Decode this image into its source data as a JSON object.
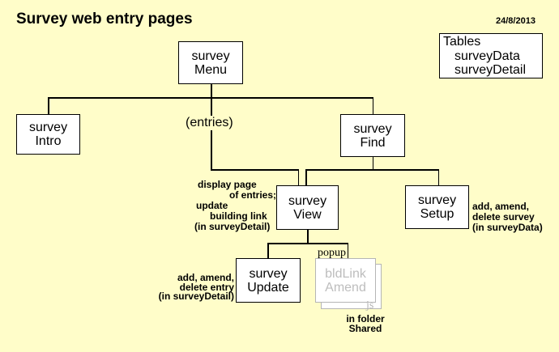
{
  "page": {
    "title": "Survey web entry pages",
    "date": "24/8/2013"
  },
  "tables_box": {
    "title": "Tables",
    "items": [
      "surveyData",
      "surveyDetail"
    ]
  },
  "nodes": {
    "menu": {
      "line1": "survey",
      "line2": "Menu"
    },
    "intro": {
      "line1": "survey",
      "line2": "Intro"
    },
    "find": {
      "line1": "survey",
      "line2": "Find"
    },
    "view": {
      "line1": "survey",
      "line2": "View"
    },
    "setup": {
      "line1": "survey",
      "line2": "Setup"
    },
    "update": {
      "line1": "survey",
      "line2": "Update"
    }
  },
  "labels": {
    "entries": "(entries)"
  },
  "popup": {
    "tag": "popup",
    "line1": "bldLink",
    "line2": "Amend",
    "corner_tag": "js",
    "caption_line1": "in folder",
    "caption_line2": "Shared"
  },
  "annotations": {
    "view_note": [
      "display page",
      "of entries;",
      "update",
      "building link",
      "(in surveyDetail)"
    ],
    "setup_note": [
      "add, amend,",
      "delete survey",
      "(in surveyData)"
    ],
    "update_note": [
      "add, amend,",
      "delete entry",
      "(in surveyDetail)"
    ]
  },
  "colors": {
    "background": "#FFFDC9",
    "box_fill": "#FFFFFF",
    "line": "#000000",
    "popup_grey": "#B5B5B5",
    "popup_text_grey": "#BDBDBD"
  }
}
